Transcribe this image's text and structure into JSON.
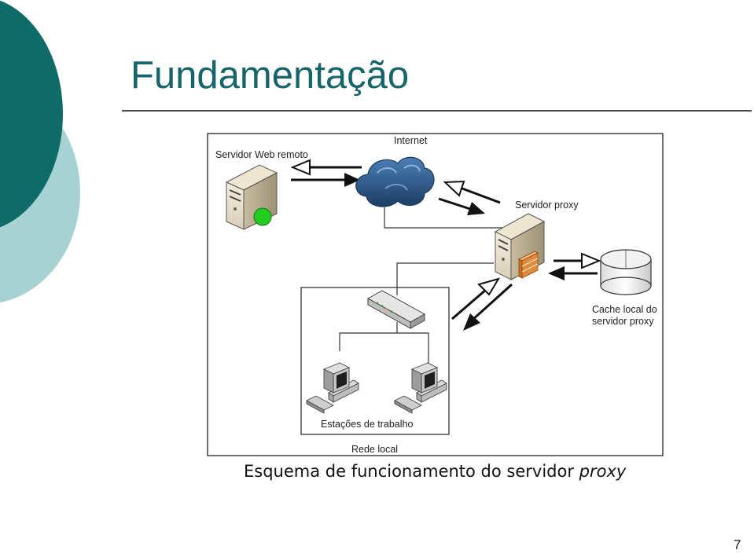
{
  "slide": {
    "title": "Fundamentação",
    "page_number": "7",
    "caption_main": "Esquema de funcionamento do servidor ",
    "caption_italic": "proxy"
  },
  "diagram": {
    "labels": {
      "remote_server": "Servidor Web remoto",
      "internet": "Internet",
      "proxy_server": "Servidor proxy",
      "cache_line1": "Cache local do",
      "cache_line2": "servidor proxy",
      "workstations": "Estações de trabalho",
      "local_network": "Rede local"
    }
  },
  "colors": {
    "accent_dark": "#0E6B68",
    "accent_light": "#A6D2D3",
    "title": "#17646B",
    "cloud": "#2E5D8E",
    "status_light": "#22CC22"
  }
}
